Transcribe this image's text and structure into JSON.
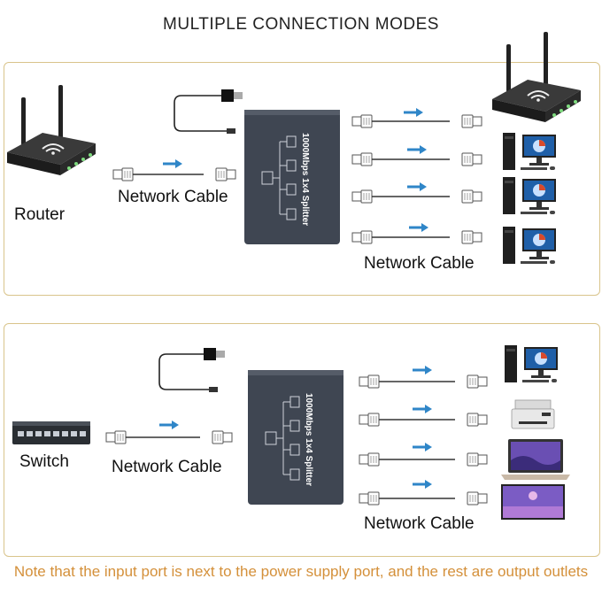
{
  "title": "MULTIPLE CONNECTION MODES",
  "panel1": {
    "source_label": "Router",
    "cable_left_label": "Network Cable",
    "cable_right_label": "Network Cable",
    "device_label": "1000Mbps 1x4 Splitter"
  },
  "panel2": {
    "source_label": "Switch",
    "cable_left_label": "Network Cable",
    "cable_right_label": "Network Cable",
    "device_label": "1000Mbps 1x4 Splitter"
  },
  "note": "Note that the input port is next to the power supply port, and the rest are output outlets",
  "colors": {
    "border": "#d9c48b",
    "arrow": "#2f86c8",
    "device": "#3f4652",
    "note": "#d4903a"
  }
}
